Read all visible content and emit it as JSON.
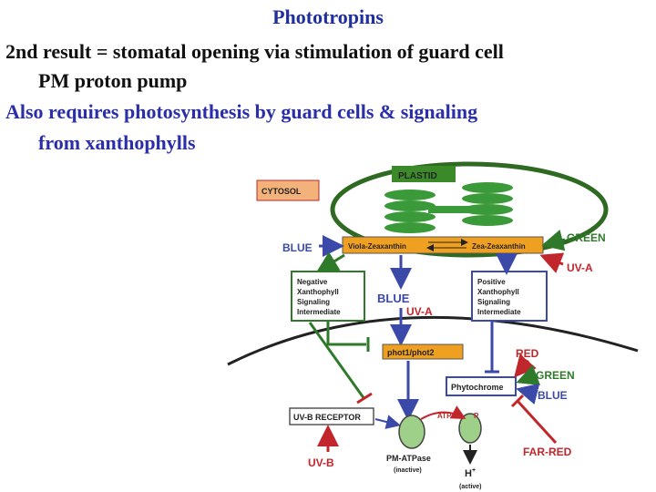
{
  "slide": {
    "title": "Phototropins",
    "line1": "2nd result = stomatal opening via stimulation of guard cell",
    "line2": "PM proton pump",
    "line3": "Also requires photosynthesis by guard cells & signaling",
    "line4": "from xanthophylls"
  },
  "diagram": {
    "plastid": "PLASTID",
    "cytosol": "CYTOSOL",
    "viola": "Viola-Zeaxanthin",
    "zea": "Zea-Zeaxanthin",
    "blue_left": "BLUE",
    "green_top": "GREEN",
    "uva_top": "UV-A",
    "neg1": "Negative",
    "neg2": "Xanthophyll",
    "neg3": "Signaling",
    "neg4": "Intermediate",
    "pos1": "Positive",
    "pos2": "Xanthophyll",
    "pos3": "Signaling",
    "pos4": "Intermediate",
    "blue_mid": "BLUE",
    "uva_mid": "UV-A",
    "phot": "phot1/phot2",
    "red": "RED",
    "green_lower": "GREEN",
    "blue_lower": "BLUE",
    "phytochrome": "Phytochrome",
    "uvb_receptor": "UV-B RECEPTOR",
    "atp": "ATP",
    "p": "P",
    "far_red": "FAR-RED",
    "uvb": "UV-B",
    "atpase": "PM-ATPase",
    "inactive": "(inactive)",
    "h": "H",
    "h_sup": "+",
    "active": "(active)"
  },
  "colors": {
    "title_blue": "#1f2f9e",
    "text_blue": "#2a2ea8",
    "plastid_green": "#3a8a2a",
    "orange_box": "#f0a020",
    "blue_label": "#3b4aa8",
    "red_label": "#c0262b",
    "green_label": "#2f7a2a"
  }
}
